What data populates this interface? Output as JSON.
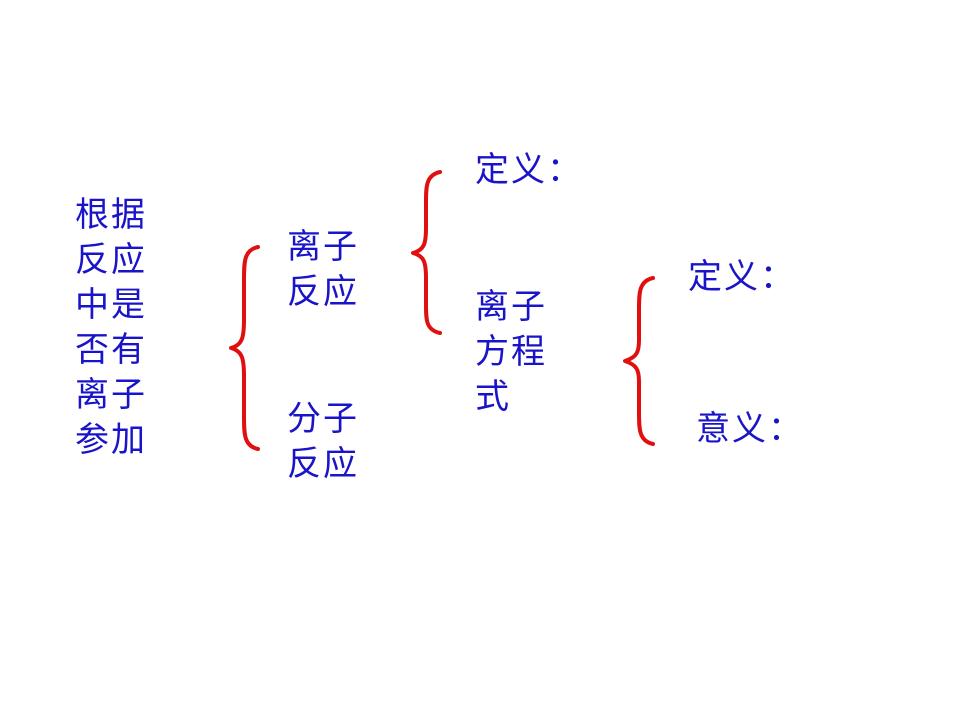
{
  "colors": {
    "text": "#1a14c8",
    "brace": "#e01010"
  },
  "labels": {
    "root": "根据\n反应\n中是\n否有\n离子\n参加",
    "ion_reaction": "离子\n反应",
    "molecular_reaction": "分子\n反应",
    "definition_1": "定义：",
    "ionic_equation": "离子\n方程\n式",
    "definition_2": "定义：",
    "meaning": "意义："
  }
}
